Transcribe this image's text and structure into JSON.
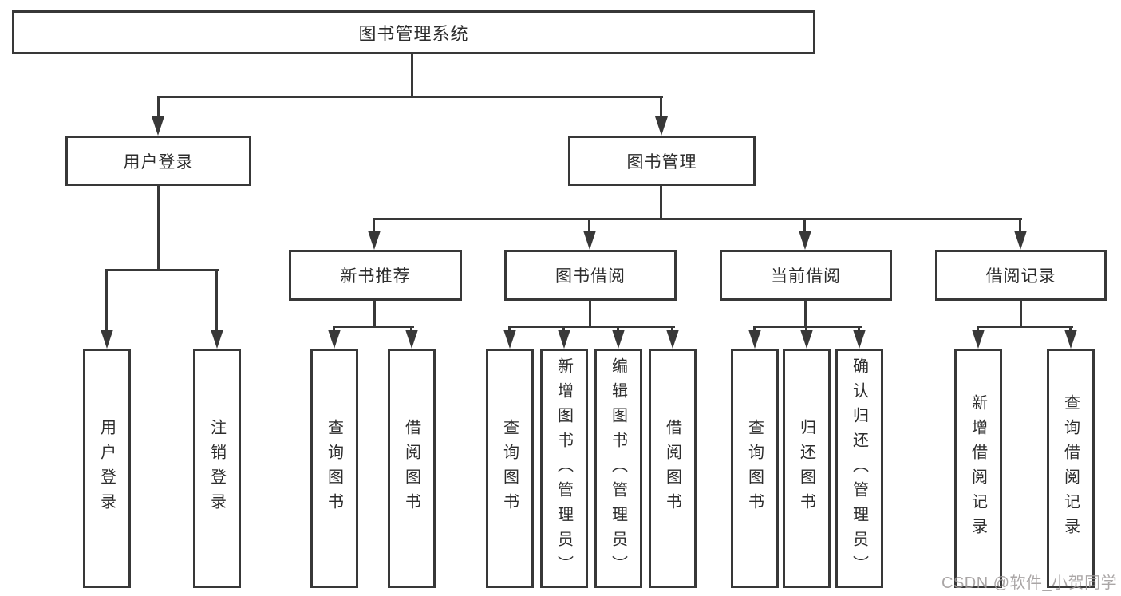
{
  "diagram_type": "hierarchy-tree",
  "root": {
    "label": "图书管理系统"
  },
  "branches": [
    {
      "label": "用户登录",
      "leaves": [
        "用户登录",
        "注销登录"
      ]
    },
    {
      "label": "图书管理",
      "groups": [
        {
          "label": "新书推荐",
          "leaves": [
            "查询图书",
            "借阅图书"
          ]
        },
        {
          "label": "图书借阅",
          "leaves": [
            "查询图书",
            "新增图书（管理员）",
            "编辑图书（管理员）",
            "借阅图书"
          ]
        },
        {
          "label": "当前借阅",
          "leaves": [
            "查询图书",
            "归还图书",
            "确认归还（管理员）"
          ]
        },
        {
          "label": "借阅记录",
          "leaves": [
            "新增借阅记录",
            "查询借阅记录"
          ]
        }
      ]
    }
  ],
  "watermark": {
    "text": "CSDN @软件_小贺同学"
  },
  "colors": {
    "line": "#383838",
    "text": "#2d2d2d",
    "background": "#ffffff",
    "watermark": "#9f9a9a"
  }
}
